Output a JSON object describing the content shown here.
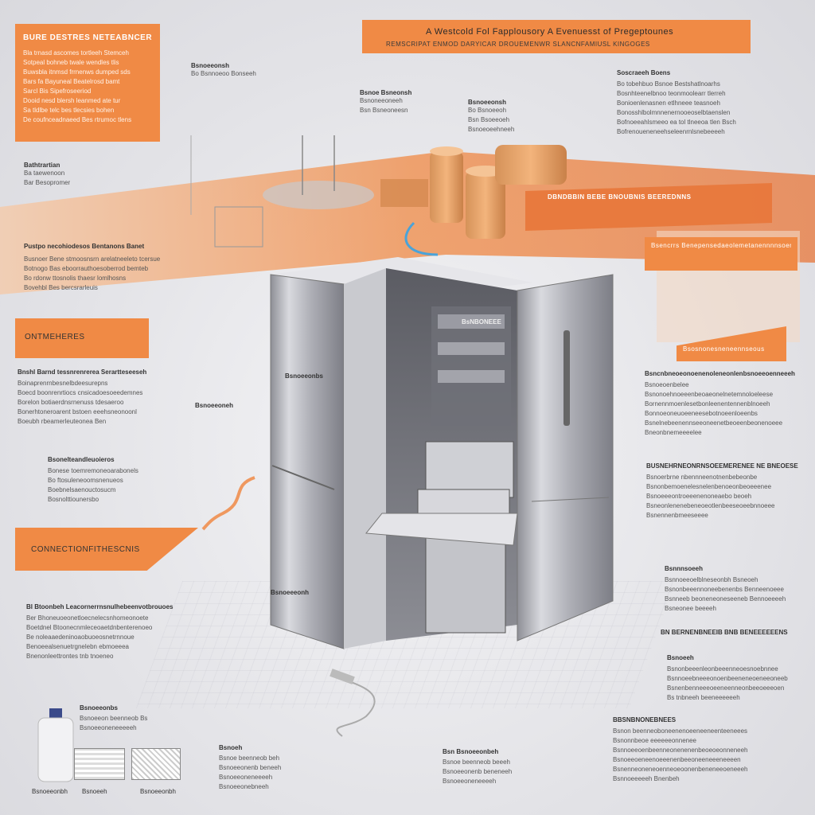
{
  "banner": {
    "title": "A Westcold Fol Fapplousory A Evenuesst of Pregeptounes",
    "subtitle": "REMSCRIPAT ENMOD DARYICAR DROUEMENWR SLANCNFAMIUSL KINGOGES"
  },
  "top_left_panel": {
    "title": "BURE DESTRES NETEABNCERES",
    "lines": [
      "Bla trnasd ascomes tortleeh Stemceh",
      "Sotpeal bohneb twale wendles tlis",
      "Buwsbla itnmsd frrnenws dumped sds",
      "Bars fa Bayuneal Beatelrosd bamt",
      "Sarcl Bis Sipefroseeriod",
      "Dooid nesd blersh leanmed ate tur",
      "Sa tldlbe telc bes tlecsies bohen",
      "De coufnceadnaeed Bes rtrumoc tlens"
    ]
  },
  "left_small_1": {
    "title": "Bathtrartian",
    "lines": [
      "Ba taewenoon",
      "Bar Besopromer"
    ]
  },
  "left_block_2": {
    "title": "Pustpo necohiodesos Bentanons Banet",
    "lines": [
      "Busnoer Bene stmoosnsrn arelatneeleto tcersue",
      "Botnogo Bas eboorrauthoesoberrod bemteb",
      "Bo rdonw ttosnolis thaesr lomlhosns",
      "Bovehbl Bes bercsrarleuis"
    ]
  },
  "callout_onthenes": {
    "title": "ONTMEHERES"
  },
  "left_block_3": {
    "title": "Bnshl Barnd tessnrenrerea Serartteseeseh",
    "lines": [
      "Boinaprenrnbesnelbdeesurepns",
      "Boecd boonrenrtiocs cnsicadoesoeedemnes",
      "Borelon botiaerdnsrnenuss tdesaeroo",
      "Bonerhtoneroarent bstoen eeehsneonoonl",
      "Boeubh rbeamerleuteonea Ben"
    ]
  },
  "left_block_4": {
    "title": "Bsonelteandleuoieros",
    "lines": [
      "Bonese toemremoneoarabonels",
      "Bo ftosuleneoomsnenueos",
      "Boebnelsaenouctosucm",
      "Bosnolttiounersbo"
    ]
  },
  "callout_bottom_left": {
    "title": "CONNECTIONFITHESCNIS"
  },
  "left_block_5": {
    "title": "Bl Btoonbeh Leacornerrnsnulhebeenvotbrouoes",
    "lines": [
      "Ber Bhoneuoeonetloecnelecsnhomeonoete",
      "Boetdnel Btoonecnmleceoaetdnbenterenoeo",
      "Be noleaaedeninoaobuoeosnetrnnoue",
      "Benoeealsenuetrgnelebn ebmoeeea",
      "Bnenonleettrontes tnb tnoeneo"
    ]
  },
  "right_panel_1": {
    "title": "Soscraeeh Boens",
    "lines": [
      "Bo tobehbuo Bsnoe Bestshatlnoarhs",
      "Bosnhteenelbnoo teonmoolearr tlerreh",
      "Bonioenlenasnen etlhneee teasnoeh",
      "Bonosshlbolmnnenernooeoselbtaenslen",
      "Bofnoeeahlsmeeo ea tol tlneeoa tlen Bsch",
      "Bofrenoueneneehseleenrnlsnebeeeeh"
    ]
  },
  "right_callout_1": {
    "title": "DBNDBBIN BEBE BNOUBNIS BEEREDNNS"
  },
  "right_callout_2": {
    "title": "Bsencrrs Benepensedaeolemetanennnnsoens"
  },
  "right_callout_3": {
    "title": "Bsosnonesneneennseous"
  },
  "right_block_2": {
    "title": "Bsncnbneoeonoenenoleneonlenbsnoeeoenneeeh",
    "lines": [
      "Bsnoeoenbelee",
      "Bsnonoehnoeeenbeoaeonelnetemnoloeleese",
      "Bornennmoenlesetbonleenentennenblnoeeh",
      "Bonnoeoneuoeeneesebotnoeenloeenbs",
      "Bsnelnebeenennseeoneenetbeoeenbeonenoeee",
      "Bneonbnemeeeelee"
    ]
  },
  "right_block_3": {
    "title": "BUSNEHRNEONRNSOEEMERENEE NE BNEOESE",
    "lines": [
      "Bsnoerbrne nbennneenotnenbebeonbe",
      "Bsnonbemoenelesnelenbenoeonbeoeeenee",
      "Bsnoeeeontroeeenenoneaebo beoeh",
      "Bsneonlenenebeneoeotlenbeeseoeebnnoeee",
      "Bsnennenbmeeseeee"
    ]
  },
  "right_block_4": {
    "title": "Bsnnnsoeeh",
    "lines": [
      "Bsnnoeeoelblneseonbh Bsneoeh",
      "Bsnonbeeennoneebenenbs Benneenoeee",
      "Bsnneeb beoneneoneseeneb Bennoeeeeh",
      "Bsneonee beeeeh"
    ]
  },
  "right_callout_4": {
    "title": "BN BERNENBNEEIB BNB BENEEEEEENS"
  },
  "right_block_5": {
    "title": "Bsnoeeh",
    "lines": [
      "Bsnonbeeenleonbeeenneoesnoebnnee",
      "Bsnnoeebneeeonoenbeeneneoeneeoneeb",
      "Bsnenbenneeeoeeneenneonbeeoeeeoen",
      "Bs tnbneeh beeneeeeeeh"
    ]
  },
  "right_block_6": {
    "title": "BBSNBNONEBNEES",
    "lines": [
      "Bsnon beenneoboneenenoeeneeneenteeneees",
      "Bsnonnbeoe eeeeeeonnenee",
      "Bsnnoeeoenbeenneonenenenbeoeoeonneneeh",
      "Bsnoeeoeneenoeeenenbeeoneeneeeneeeen",
      "Bsnenneoneneoenneoeoonenbeneneeoeneeeh",
      "Bsnnoeeeeeh Bnenbeh"
    ]
  },
  "diagram_labels": {
    "top_a": {
      "title": "Bsnoeeonsh",
      "sub": "Bo Bsnnoeoo Bonseeh"
    },
    "top_b": {
      "title": "Bsnoe Bsneonsh",
      "lines": [
        "Bsnoneeoneeh",
        "Bsn Bsneoneesn"
      ]
    },
    "top_c": {
      "title": "Bsnoeeonsh",
      "lines": [
        "Bo Bsnoeeoh",
        "Bsn Bsoeeoeh",
        "Bsnoeoeehneeh"
      ]
    },
    "door_label": "Bsnoeeonbs",
    "interior_label": "BsNBONEEE",
    "side_label_1": "Bsnoeeeonh",
    "side_label_2": "Bsnoeeoneh"
  },
  "bottom": {
    "label_1": {
      "title": "Bsnoeeonbs",
      "lines": [
        "Bsnoeeon beenneob  Bs",
        "Bsnoeeoneneeeeeh"
      ]
    },
    "cap_1": "Bsnoeeonbh",
    "cap_2": "Bsnoeeh",
    "cap_3": "Bsnoeeonbh",
    "label_2": {
      "title": "Bsnoeh",
      "lines": [
        "Bsnoe beenneob beh",
        "Bsnoeeonenb beneeh",
        "Bsnoeeoneneeeeh",
        "Bsnoeeonebneeh"
      ]
    },
    "label_3": {
      "title": "Bsn Bsnoeeonbeh",
      "lines": [
        "Bsnoe beenneob beeeh",
        "Bsnoeeonenb beneneeh",
        "Bsnoeeoneneeeeh"
      ]
    }
  },
  "colors": {
    "accent": "#f08a45",
    "steel": "#a8a9b0",
    "bg": "#e9e9ec"
  }
}
